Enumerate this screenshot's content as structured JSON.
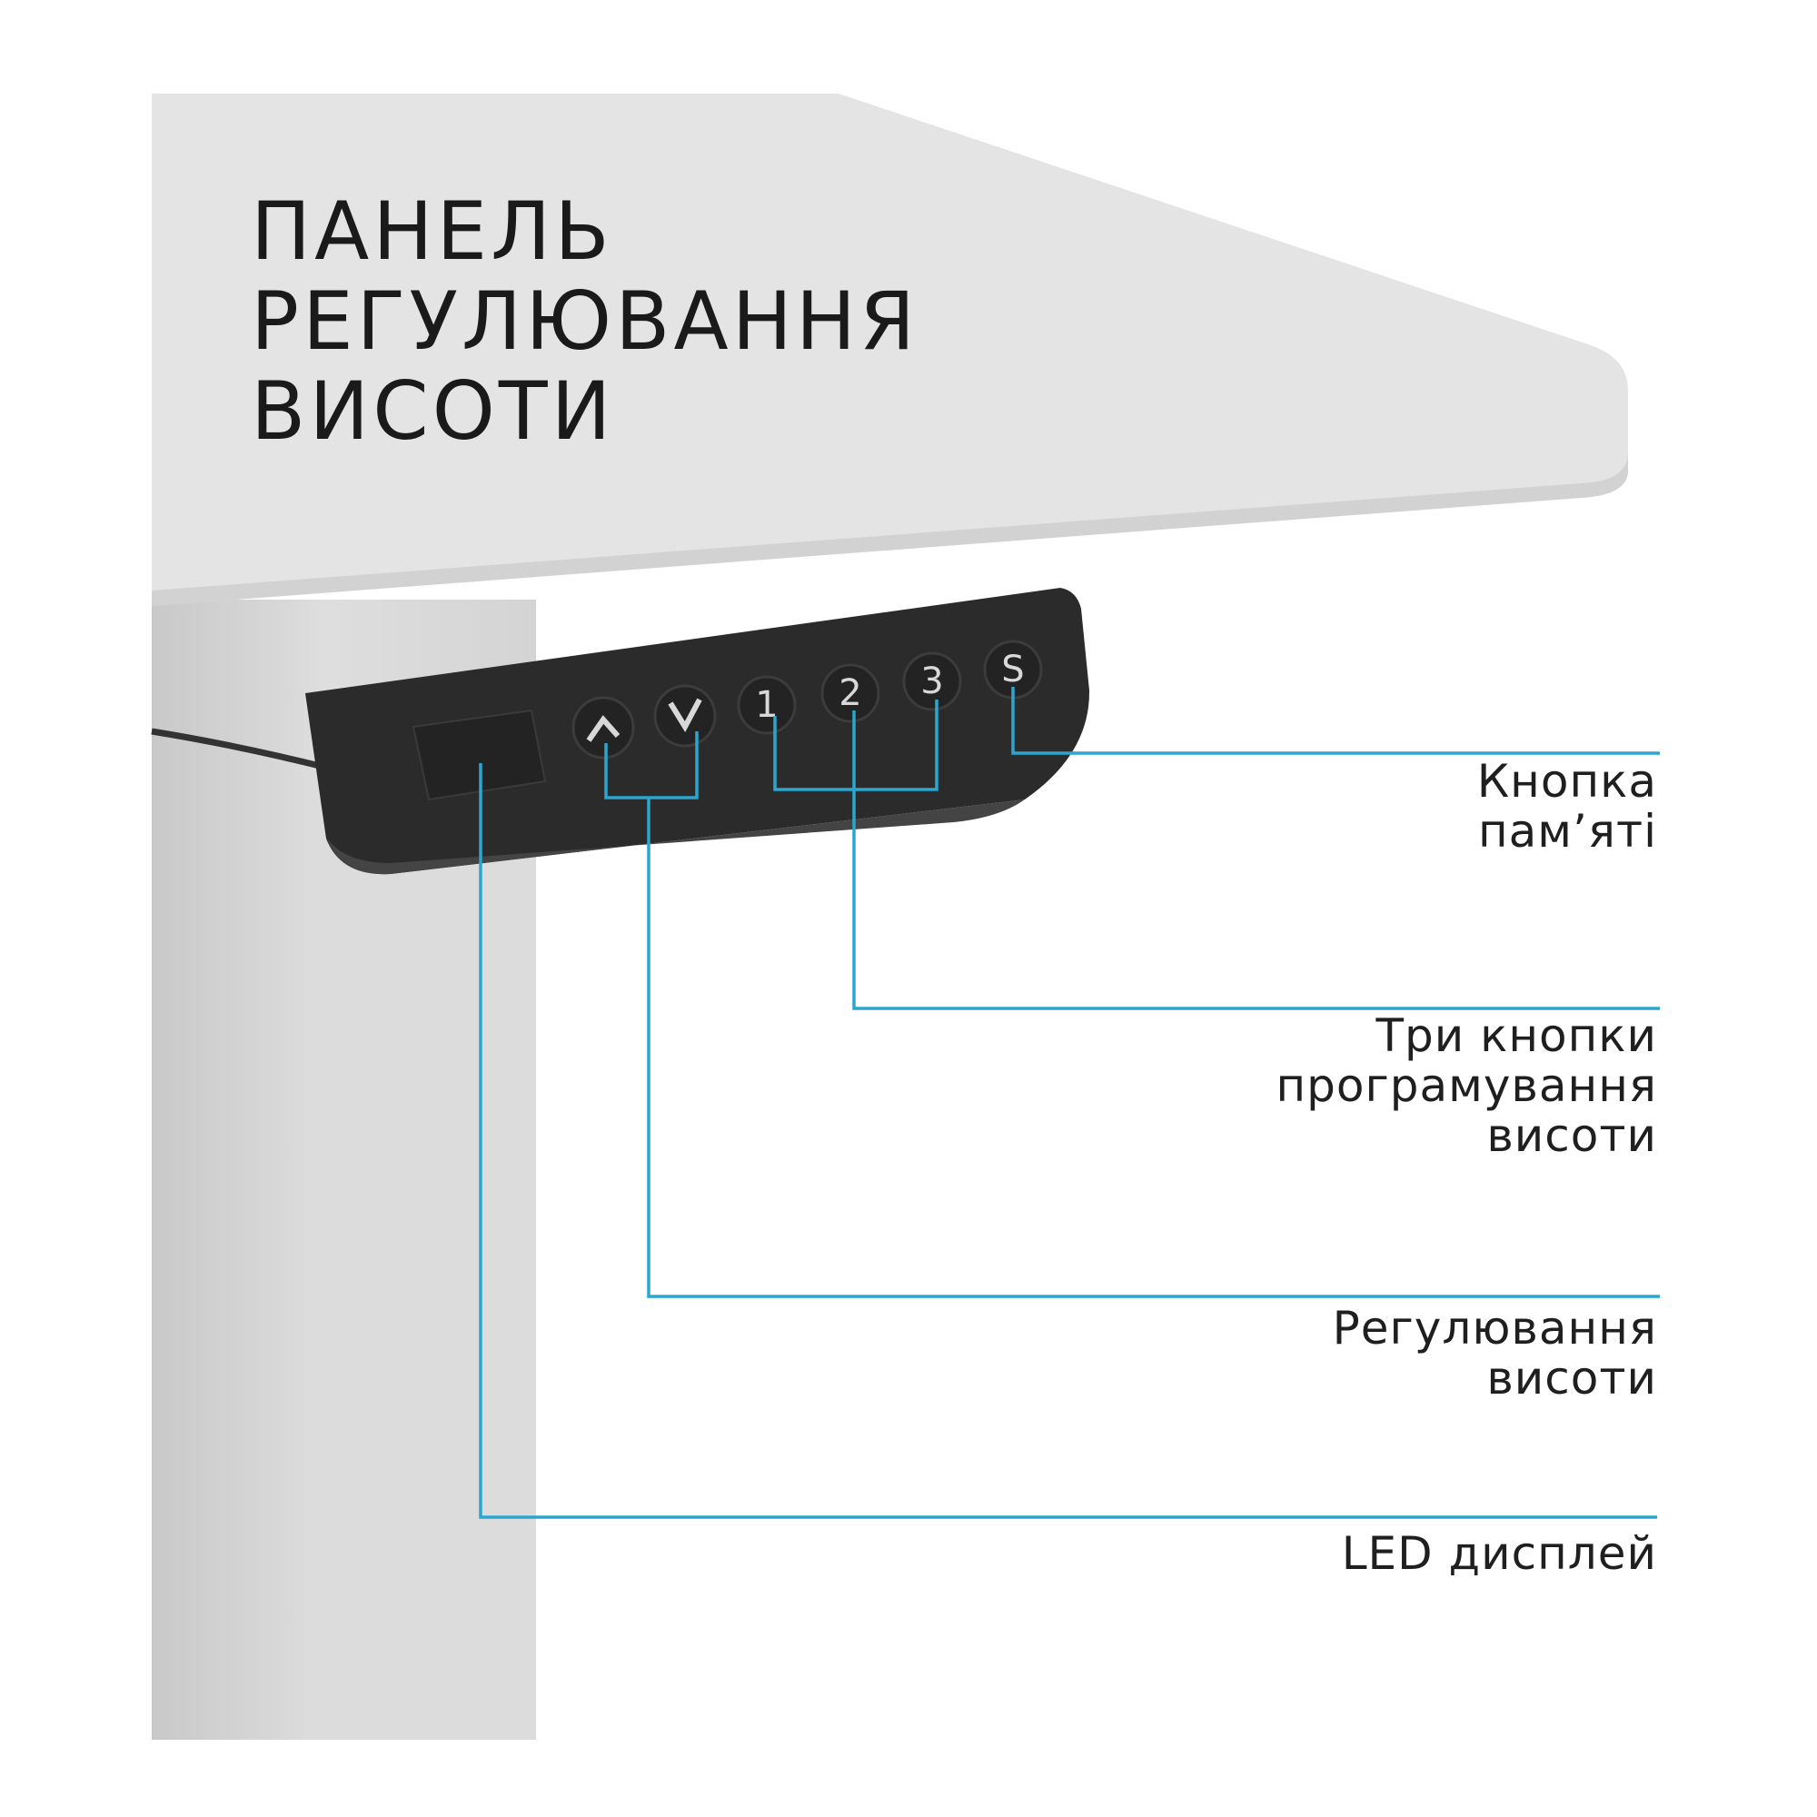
{
  "title": {
    "lines": [
      "ПАНЕЛЬ",
      "РЕГУЛЮВАННЯ",
      "ВИСОТИ"
    ]
  },
  "panel": {
    "buttons": [
      {
        "id": "up",
        "icon": "chevron-up-icon"
      },
      {
        "id": "down",
        "icon": "chevron-down-icon"
      },
      {
        "id": "1",
        "label": "1"
      },
      {
        "id": "2",
        "label": "2"
      },
      {
        "id": "3",
        "label": "3"
      },
      {
        "id": "S",
        "label": "S"
      }
    ]
  },
  "callouts": {
    "memory": {
      "lines": [
        "Кнопка",
        "пам’яті"
      ]
    },
    "presets": {
      "lines": [
        "Три кнопки",
        "програмування",
        "висоти"
      ]
    },
    "height": {
      "lines": [
        "Регулювання",
        "висоти"
      ]
    },
    "display": {
      "lines": [
        "LED дисплей"
      ]
    }
  },
  "colors": {
    "callout_line": "#2aa6d0",
    "panel": "#2b2b2b",
    "desk": "#e4e4e4"
  }
}
